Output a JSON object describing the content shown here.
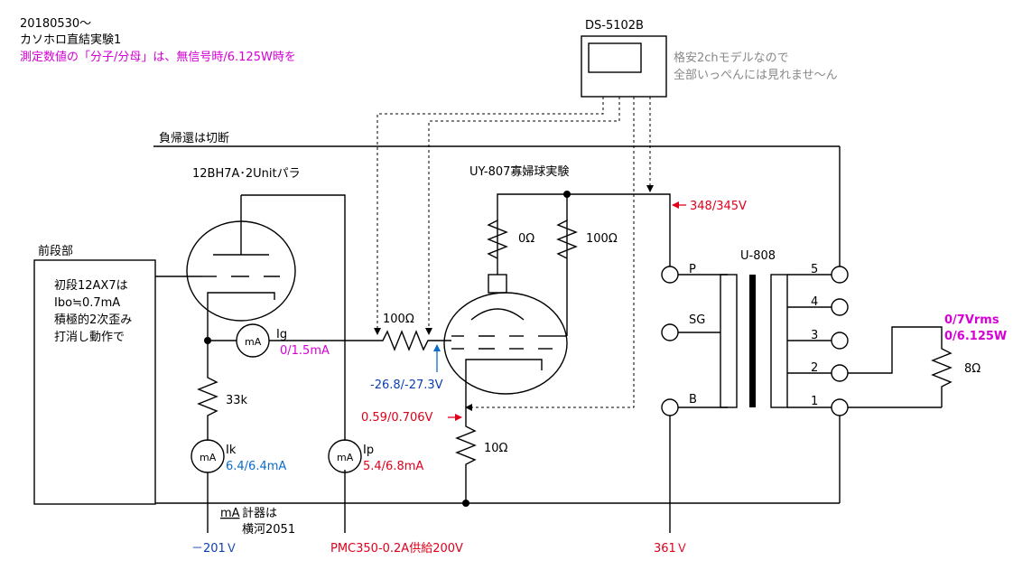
{
  "header": {
    "date": "20180530～",
    "title": "カソホロ直結実験1",
    "note": "測定数値の「分子/分母」は、無信号時/6.125W時を"
  },
  "scope": {
    "model": "DS-5102B",
    "note_line1": "格安2chモデルなので",
    "note_line2": "全部いっぺんには見れませ～ん"
  },
  "feedback_note": "負帰還は切断",
  "driver": {
    "label": "12BH7A･2Unitパラ"
  },
  "output_tube": {
    "label": "UY-807寡婦球実験"
  },
  "front_end": {
    "title": "前段部",
    "line1": "初段12AX7は",
    "line2": "Ibo≒0.7mA",
    "line3": "積極的2次歪み",
    "line4": "打消し動作で"
  },
  "components": {
    "r_grid": "100Ω",
    "r_screen_a": "0Ω",
    "r_screen_b": "100Ω",
    "r_cathode_load": "33k",
    "r_cathode": "10Ω",
    "r_speaker": "8Ω",
    "transformer": "U-808"
  },
  "transformer_terminals": {
    "primary": [
      "P",
      "SG",
      "B"
    ],
    "secondary": [
      "5",
      "4",
      "3",
      "2",
      "1"
    ]
  },
  "meters": {
    "unit": "mA",
    "ig_label": "Ig",
    "ig_value": "0/1.5mA",
    "ik_label": "Ik",
    "ik_value": "6.4/6.4mA",
    "ip_label": "Ip",
    "ip_value": "5.4/6.8mA",
    "note_unit": "mA",
    "note_line1": "計器は",
    "note_line2": "横河2051"
  },
  "measurements": {
    "plate_voltage": "348/345V",
    "grid_voltage": "-26.8/-27.3V",
    "cathode_voltage": "0.59/0.706V",
    "output_voltage": "0/7Vrms",
    "output_power": "0/6.125W"
  },
  "supplies": {
    "negative": "－201Ｖ",
    "driver_b_plus": "PMC350-0.2A供給200V",
    "plate_b_plus": "361Ｖ"
  },
  "colors": {
    "measure_red": "#e0001b",
    "measure_blue": "#0b3fb0",
    "measure_magenta": "#d400d4",
    "meter_blue": "#0b6cc9",
    "scope_note_gray": "#888888"
  }
}
